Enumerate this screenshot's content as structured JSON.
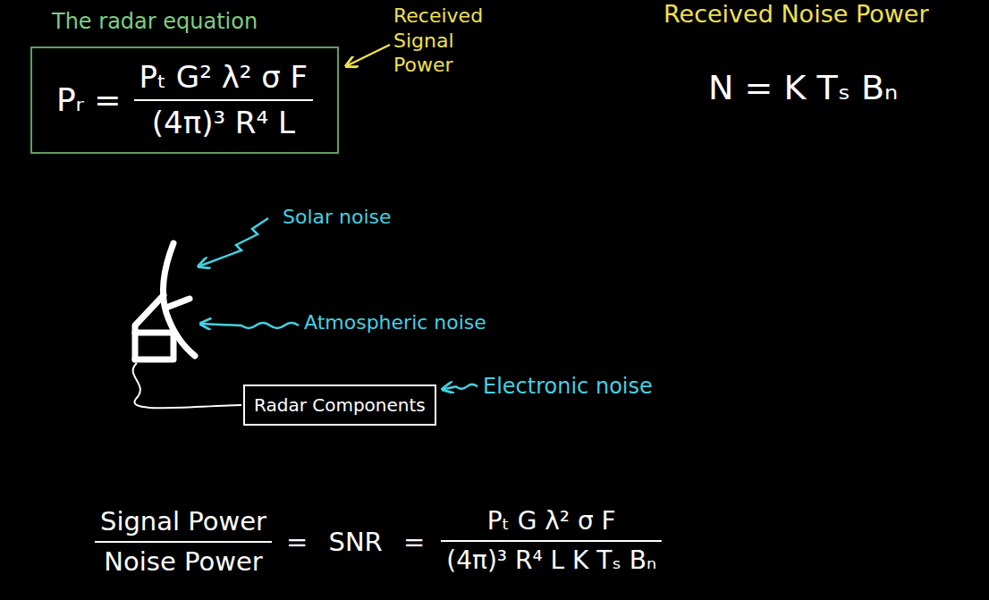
{
  "diagram": {
    "nodes": [
      {
        "text": [
          "The radar equation",
          "Pᵣ =",
          "Pₜ G² λ² σ F",
          "(4π)³ R⁴ L"
        ]
      },
      {
        "text": [
          "Radar Components"
        ]
      }
    ],
    "labels": [
      "Received Signal Power",
      "Received Noise Power",
      "N = K Tₛ Bₙ",
      "Solar noise",
      "Atmospheric noise",
      "Electronic noise",
      "Signal Power",
      "Noise Power",
      "= SNR =",
      "Pₜ G λ² σ F",
      "(4π)³ R⁴ L K Tₛ Bₙ"
    ]
  }
}
